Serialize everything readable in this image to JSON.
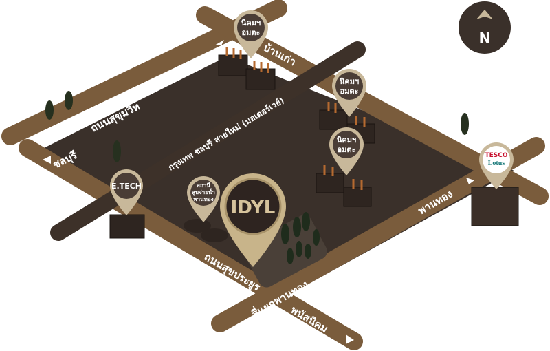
{
  "compass": {
    "label": "N"
  },
  "roads": {
    "sukhumvit": "ถนนสุขุมวิท",
    "bangkok": "กรุงเทพฯ",
    "chonburi": "ชลบุรี",
    "ban_kao": "บ้านเก่า",
    "motorway": "กรุงเทพ ชลบุรี สายใหม่ (มอเตอร์เวย์)",
    "sukprayoon": "ถนนสุขประยูร",
    "phan_thong_junction": "สี่แยกพานทอง",
    "phanat_nikhom": "พนัสนิคม",
    "phan_thong": "พานทอง"
  },
  "pins": {
    "amata_line1": "นิคมฯ",
    "amata_line2": "อมตะ",
    "etech": "E.TECH",
    "station_line1": "สถานี",
    "station_line2": "สูบจ่ายน้ำ",
    "station_line3": "พานทอง",
    "idyl": "IDYL",
    "tesco": "TESCO",
    "lotus": "Lotus"
  },
  "colors": {
    "road": "#7a5c3c",
    "land": "#3a302a",
    "motorway": "#3d3129",
    "pin": "#c8b89a",
    "pin_inner": "#4a3d36"
  }
}
